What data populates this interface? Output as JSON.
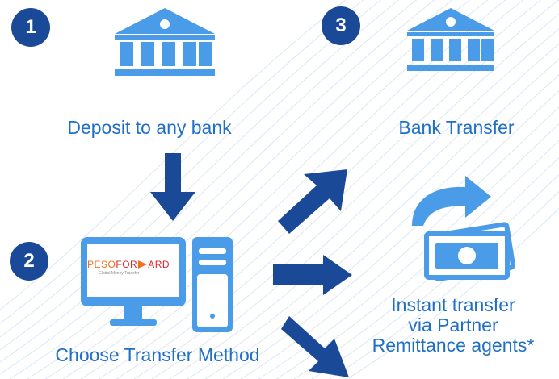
{
  "steps": [
    {
      "number": "1",
      "label": "Deposit to any bank",
      "icon": "bank-icon"
    },
    {
      "number": "2",
      "label": "Choose Transfer Method",
      "icon": "computer-icon"
    },
    {
      "number": "3",
      "label": "Bank Transfer",
      "icon": "bank-icon"
    }
  ],
  "instant": {
    "line1": "Instant transfer",
    "line2": "via Partner",
    "line3": "Remittance agents*",
    "icon": "cash-transfer-icon"
  },
  "brand": {
    "prefix": "PESO",
    "mid": "FOR",
    "suffix": "ARD",
    "tagline": "Global Money Transfer"
  },
  "colors": {
    "badge": "#1a4a97",
    "icon_light": "#4a9be8",
    "arrow_dark": "#1a4a97",
    "label": "#1f6fc7",
    "brand_orange": "#f2701e",
    "brand_red": "#e2262a"
  }
}
